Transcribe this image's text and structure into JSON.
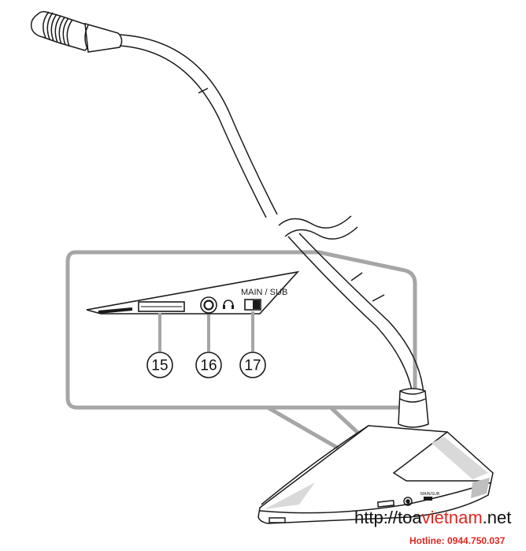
{
  "switch_label": "MAIN / SUB",
  "callouts": [
    "15",
    "16",
    "17"
  ],
  "base_switch_label": "MAIN/SUB",
  "watermark": {
    "url_prefix": "http://toa",
    "url_highlight": "vietnam",
    "url_suffix": ".net",
    "hotline": "Hotline: 0944.750.037"
  },
  "colors": {
    "line": "#1a1a1a",
    "inset_border": "#a6a6a6",
    "watermark_red": "#e0261f"
  }
}
